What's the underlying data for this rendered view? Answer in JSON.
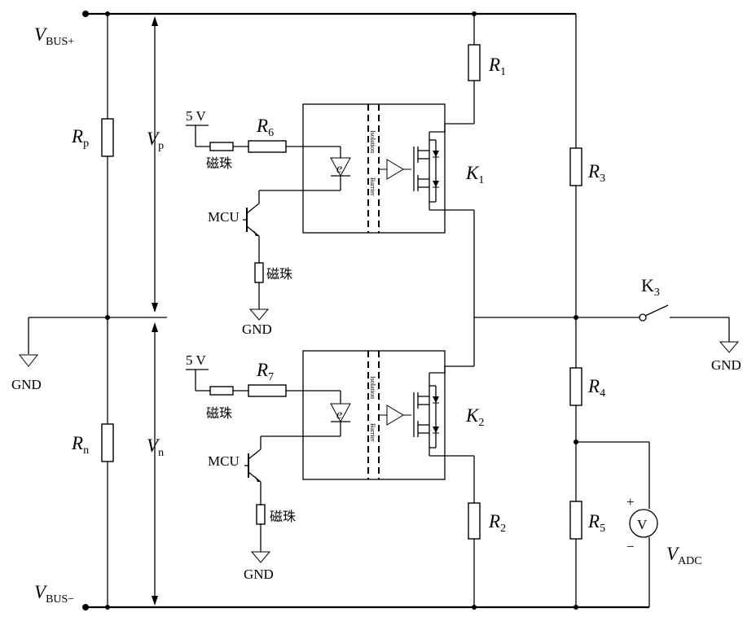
{
  "labels": {
    "vbus_plus": "V",
    "vbus_plus_sub": "BUS+",
    "vbus_minus": "V",
    "vbus_minus_sub": "BUS−",
    "vp": "V",
    "vp_sub": "p",
    "vn": "V",
    "vn_sub": "n",
    "rp": "R",
    "rp_sub": "p",
    "rn": "R",
    "rn_sub": "n",
    "r1": "R",
    "r1_sub": "1",
    "r2": "R",
    "r2_sub": "2",
    "r3": "R",
    "r3_sub": "3",
    "r4": "R",
    "r4_sub": "4",
    "r5": "R",
    "r5_sub": "5",
    "r6": "R",
    "r6_sub": "6",
    "r7": "R",
    "r7_sub": "7",
    "k1": "K",
    "k1_sub": "1",
    "k2": "K",
    "k2_sub": "2",
    "k3": "K",
    "k3_sub": "3",
    "v_adc": "V",
    "v_adc_sub": "ADC",
    "voltmeter": "V",
    "plus": "+",
    "minus": "−",
    "five_v_top": "5 V",
    "five_v_bottom": "5 V",
    "bead_top_1": "磁珠",
    "bead_top_2": "磁珠",
    "bead_bottom_1": "磁珠",
    "bead_bottom_2": "磁珠",
    "mcu_top": "MCU",
    "mcu_bottom": "MCU",
    "gnd_left": "GND",
    "gnd_top_mcu": "GND",
    "gnd_bottom_mcu": "GND",
    "gnd_right": "GND",
    "led_symbol_top": "e",
    "led_symbol_bottom": "e",
    "isolation_top": "Isolation",
    "barrier_top": "Barrier",
    "isolation_bottom": "Isolation",
    "barrier_bottom": "Barrier"
  }
}
